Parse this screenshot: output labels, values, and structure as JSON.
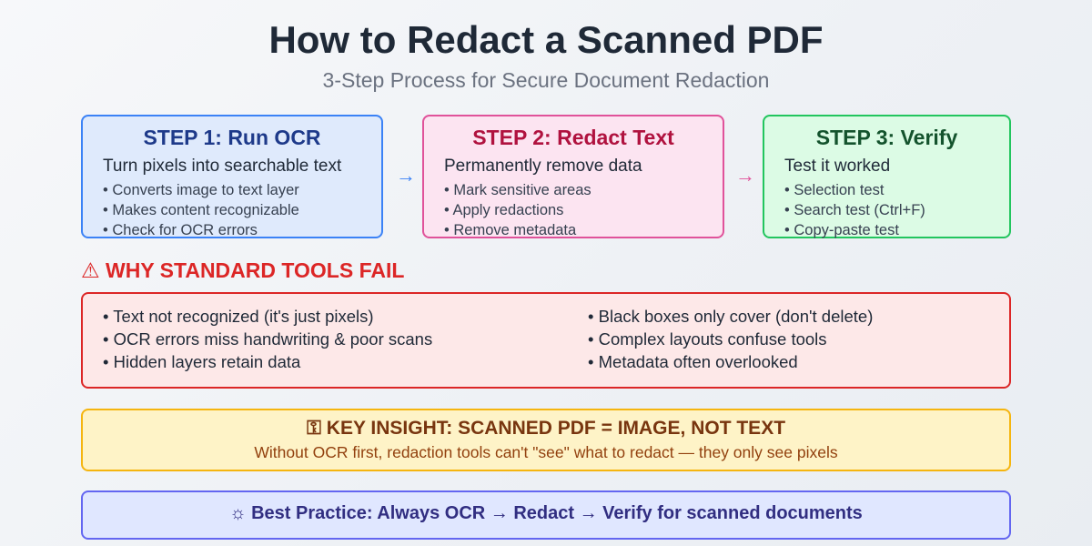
{
  "header": {
    "title": "How to Redact a Scanned PDF",
    "subtitle": "3-Step Process for Secure Document Redaction"
  },
  "steps": [
    {
      "title": "STEP 1: Run OCR",
      "subtitle": "Turn pixels into searchable text",
      "items": [
        "• Converts image to text layer",
        "• Makes content recognizable",
        "• Check for OCR errors"
      ]
    },
    {
      "title": "STEP 2: Redact Text",
      "subtitle": "Permanently remove data",
      "items": [
        "• Mark sensitive areas",
        "• Apply redactions",
        "• Remove metadata"
      ]
    },
    {
      "title": "STEP 3: Verify",
      "subtitle": "Test it worked",
      "items": [
        "• Selection test",
        "• Search test (Ctrl+F)",
        "• Copy-paste test"
      ]
    }
  ],
  "arrows": [
    "→",
    "→"
  ],
  "why_fail": {
    "heading": "WHY STANDARD TOOLS FAIL",
    "heading_icon": "warning-icon",
    "left": [
      "• Text not recognized (it's just pixels)",
      "• OCR errors miss handwriting & poor scans",
      "• Hidden layers retain data"
    ],
    "right": [
      "• Black boxes only cover (don't delete)",
      "• Complex layouts confuse tools",
      "• Metadata often overlooked"
    ]
  },
  "insight": {
    "icon": "key-icon",
    "title": "KEY INSIGHT: SCANNED PDF = IMAGE, NOT TEXT",
    "text": "Without OCR first, redaction tools can't \"see\" what to redact — they only see pixels"
  },
  "best_practice": {
    "icon": "lightbulb-icon",
    "text": "Best Practice: Always OCR → Redact → Verify for scanned documents"
  },
  "colors": {
    "step1": "#3b82f6",
    "step2": "#e0529a",
    "step3": "#22c55e",
    "warning": "#dc2626",
    "insight": "#f5b50f",
    "best_practice": "#6366f1"
  }
}
